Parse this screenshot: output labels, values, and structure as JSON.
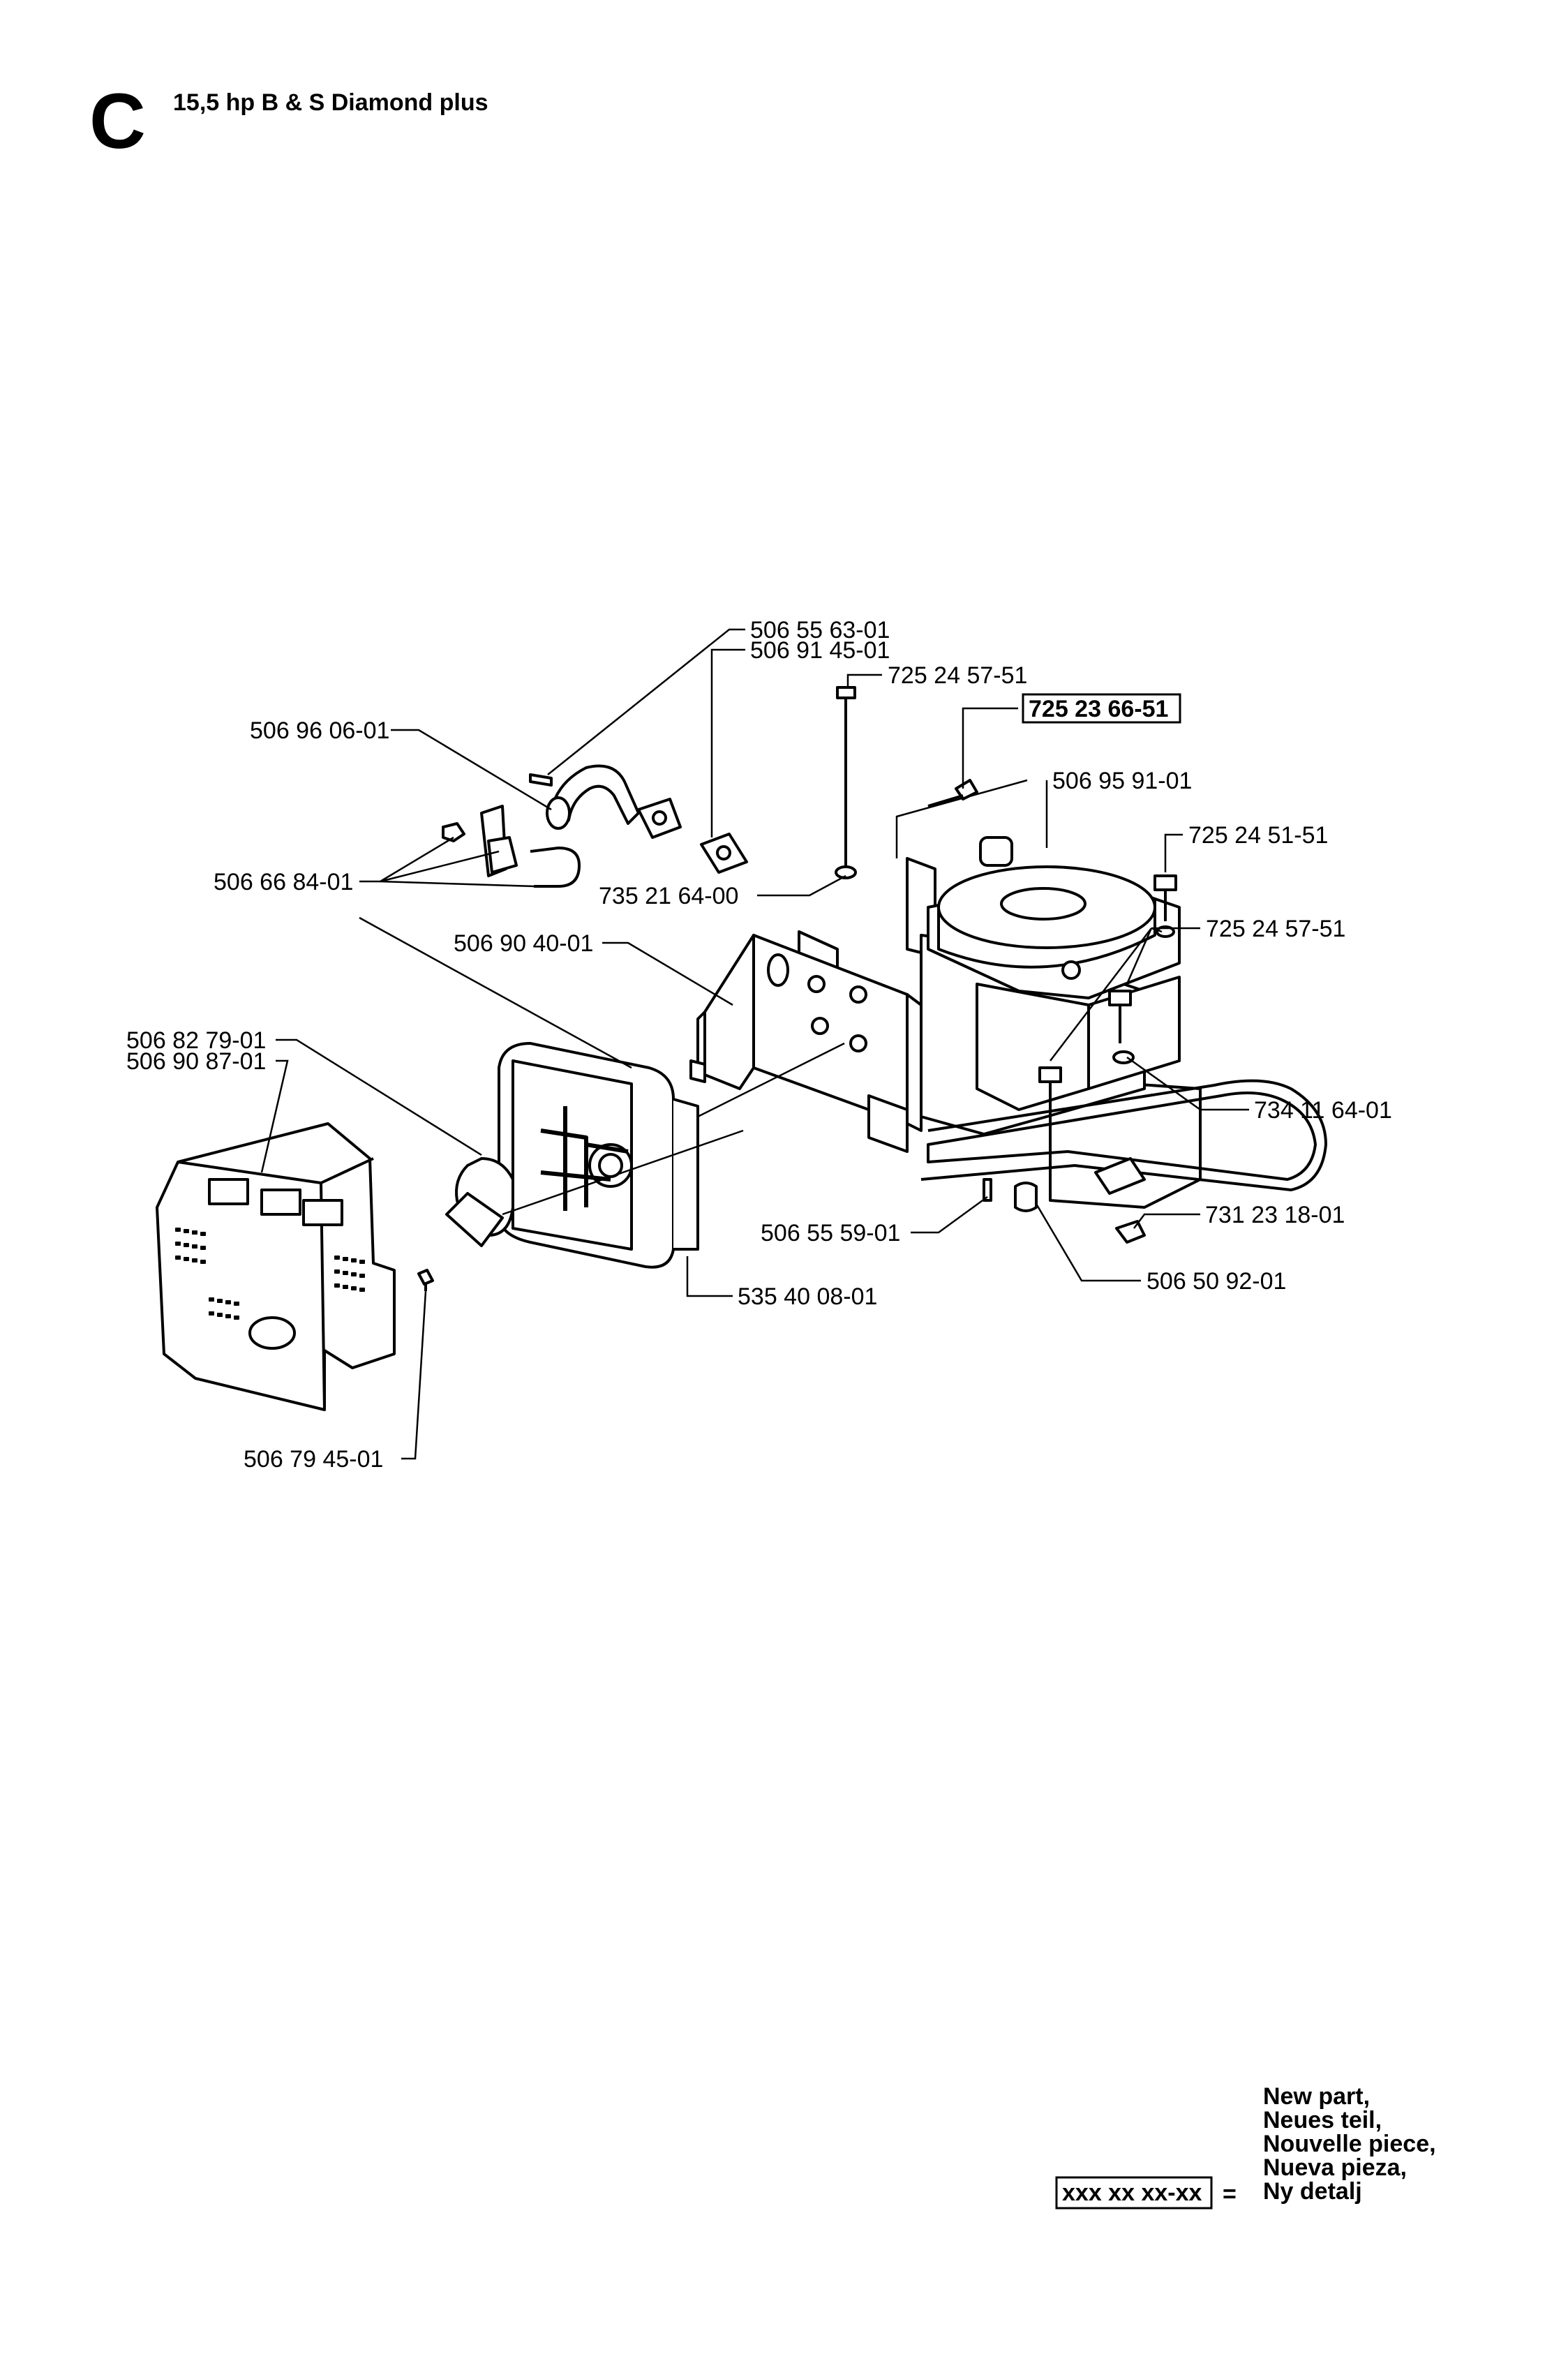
{
  "header": {
    "section_letter": "C",
    "title": "15,5 hp B & S Diamond plus"
  },
  "parts": {
    "p1": "506 55 63-01",
    "p2": "506 91 45-01",
    "p3": "725 24 57-51",
    "p4": "725 23 66-51",
    "p5": "506 96 06-01",
    "p6": "506 95 91-01",
    "p7": "725 24 51-51",
    "p8": "506 66 84-01",
    "p9": "735 21 64-00",
    "p10": "725 24 57-51",
    "p11": "506 90 40-01",
    "p12": "506 82 79-01",
    "p13": "506 90 87-01",
    "p14": "734 11 64-01",
    "p15": "731 23 18-01",
    "p16": "506 55 59-01",
    "p17": "506 50 92-01",
    "p18": "535 40 08-01",
    "p19": "506 79 45-01"
  },
  "legend": {
    "box_text": "xxx xx xx-xx",
    "equals": "=",
    "lines": [
      "New part,",
      "Neues teil,",
      "Nouvelle piece,",
      "Nueva pieza,",
      "Ny detalj"
    ]
  }
}
